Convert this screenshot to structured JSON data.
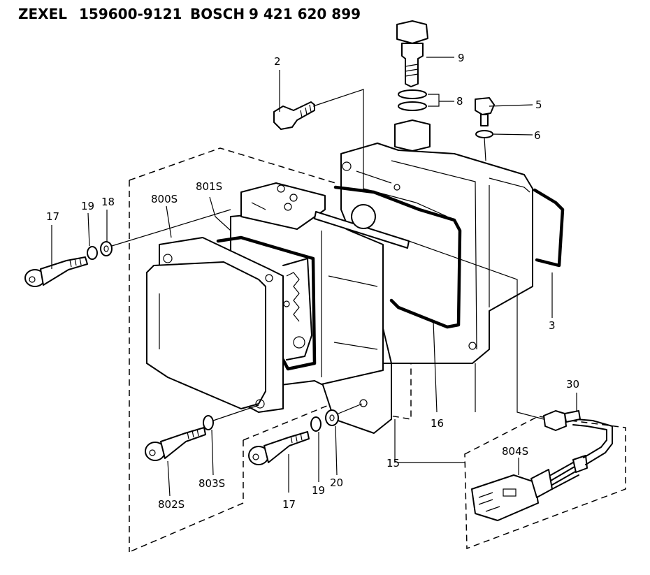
{
  "header": {
    "maker1": "ZEXEL",
    "part1": "159600-9121",
    "maker2": "BOSCH",
    "part2": "9 421 620 899"
  },
  "callouts": {
    "c2": "2",
    "c9": "9",
    "c8": "8",
    "c5": "5",
    "c6": "6",
    "c3": "3",
    "c801s": "801S",
    "c800s": "800S",
    "c17a": "17",
    "c19a": "19",
    "c18": "18",
    "c16": "16",
    "c15": "15",
    "c30": "30",
    "c804s": "804S",
    "c802s": "802S",
    "c803s": "803S",
    "c17b": "17",
    "c19b": "19",
    "c20": "20"
  }
}
